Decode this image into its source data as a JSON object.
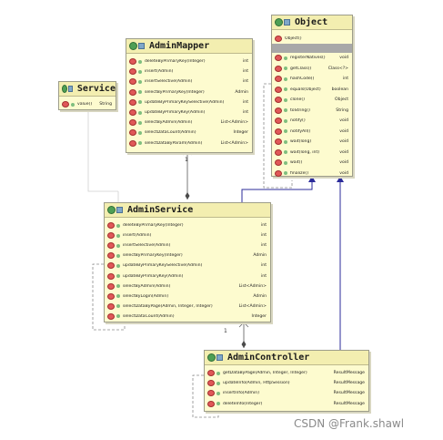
{
  "watermark": "CSDN @Frank.shawl",
  "classes": {
    "mapper": {
      "name": "AdminMapper",
      "methods": [
        {
          "name": "deleteByPrimaryKey(Integer)",
          "ret": "int"
        },
        {
          "name": "insert(Admin)",
          "ret": "int"
        },
        {
          "name": "insertSelective(Admin)",
          "ret": "int"
        },
        {
          "name": "selectByPrimaryKey(Integer)",
          "ret": "Admin"
        },
        {
          "name": "updateByPrimaryKeySelective(Admin)",
          "ret": "int"
        },
        {
          "name": "updateByPrimaryKey(Admin)",
          "ret": "int"
        },
        {
          "name": "selectByAdmin(Admin)",
          "ret": "List<Admin>"
        },
        {
          "name": "selectDataCount(Admin)",
          "ret": "Integer"
        },
        {
          "name": "selectDataByParam(Admin)",
          "ret": "List<Admin>"
        }
      ]
    },
    "service": {
      "name": "Service",
      "methods": [
        {
          "name": "value()",
          "ret": "String"
        }
      ]
    },
    "object": {
      "name": "Object",
      "constructor": "Object()",
      "methods": [
        {
          "name": "registerNatives()",
          "ret": "void"
        },
        {
          "name": "getClass()",
          "ret": "Class<?>"
        },
        {
          "name": "hashCode()",
          "ret": "int"
        },
        {
          "name": "equals(Object)",
          "ret": "boolean"
        },
        {
          "name": "clone()",
          "ret": "Object"
        },
        {
          "name": "toString()",
          "ret": "String"
        },
        {
          "name": "notify()",
          "ret": "void"
        },
        {
          "name": "notifyAll()",
          "ret": "void"
        },
        {
          "name": "wait(long)",
          "ret": "void"
        },
        {
          "name": "wait(long, int)",
          "ret": "void"
        },
        {
          "name": "wait()",
          "ret": "void"
        },
        {
          "name": "finalize()",
          "ret": "void"
        }
      ]
    },
    "adminService": {
      "name": "AdminService",
      "methods": [
        {
          "name": "deleteByPrimaryKey(Integer)",
          "ret": "int"
        },
        {
          "name": "insert(Admin)",
          "ret": "int"
        },
        {
          "name": "insertSelective(Admin)",
          "ret": "int"
        },
        {
          "name": "selectByPrimaryKey(Integer)",
          "ret": "Admin"
        },
        {
          "name": "updateByPrimaryKeySelective(Admin)",
          "ret": "int"
        },
        {
          "name": "updateByPrimaryKey(Admin)",
          "ret": "int"
        },
        {
          "name": "selectByAdmin(Admin)",
          "ret": "List<Admin>"
        },
        {
          "name": "selectByLogin(Admin)",
          "ret": "Admin"
        },
        {
          "name": "selectDataByPage(Admin, Integer, Integer)",
          "ret": "List<Admin>"
        },
        {
          "name": "selectDataCount(Admin)",
          "ret": "Integer"
        }
      ]
    },
    "controller": {
      "name": "AdminController",
      "methods": [
        {
          "name": "getDataByPage(Admin, Integer, Integer)",
          "ret": "ResultMessage"
        },
        {
          "name": "updateInfo(Admin, HttpSession)",
          "ret": "ResultMessage"
        },
        {
          "name": "insertInfo(Admin)",
          "ret": "ResultMessage"
        },
        {
          "name": "deleteInfo(Integer)",
          "ret": "ResultMessage"
        }
      ]
    }
  },
  "multiplicities": {
    "mapper_to_service": "1",
    "service_to_controller": "1"
  }
}
